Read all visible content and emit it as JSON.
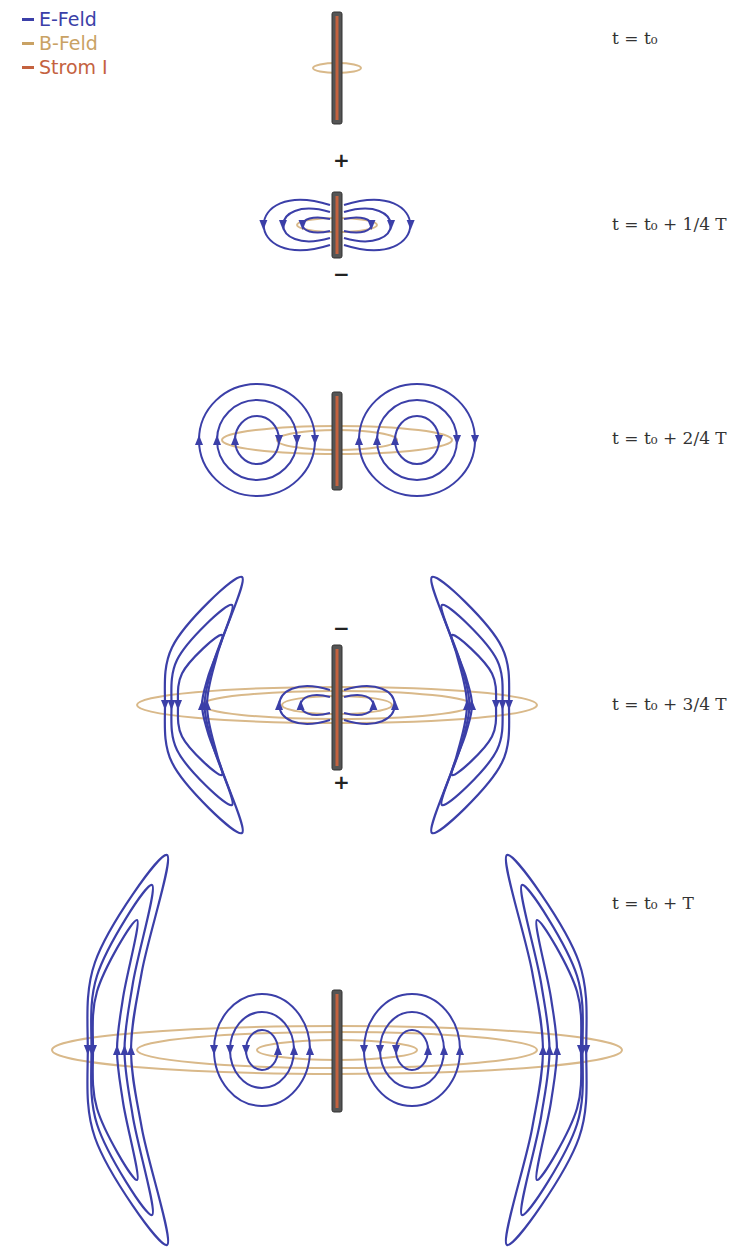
{
  "diagram": {
    "labels": [
      "t = t₀",
      "+",
      "t = t₀ + 1/4 T",
      "−",
      "t = t₀ + 2/4 T",
      "−",
      "t = t₀ + 3/4 T",
      "+",
      "t = t₀ + T"
    ],
    "legend": [
      {
        "text": "E-Feld",
        "color": "#3b3fa8"
      },
      {
        "text": "B-Feld",
        "color": "#c9a264"
      },
      {
        "text": "Strom I",
        "color": "#c4623f"
      }
    ]
  }
}
